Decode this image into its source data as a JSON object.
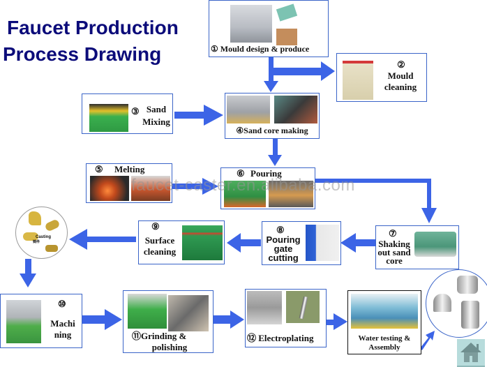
{
  "title": {
    "line1": "Faucet Production",
    "line2": "Process Drawing"
  },
  "watermark": "faucet-caster.en.alibaba.com",
  "steps": [
    {
      "num": "①",
      "label": "Mould design & produce",
      "icons": [
        "cnc-machine-image",
        "mould-plate-image",
        "mould-block-image"
      ]
    },
    {
      "num": "②",
      "label_line1": "Mould",
      "label_line2": "cleaning",
      "icons": [
        "sandblasting-cabinet-image"
      ]
    },
    {
      "num": "③",
      "label_line1": "Sand",
      "label_line2": "Mixing",
      "icons": [
        "sand-mixer-image"
      ]
    },
    {
      "num": "④",
      "label": "Sand core making",
      "icons": [
        "core-machine-image",
        "core-workshop-image"
      ]
    },
    {
      "num": "⑤",
      "label": "Melting",
      "icons": [
        "furnace-image",
        "molten-metal-image"
      ]
    },
    {
      "num": "⑥",
      "label": "Pouring",
      "icons": [
        "pouring-machine-image",
        "pouring-furnace-image"
      ]
    },
    {
      "num": "⑦",
      "label_line1": "Shaking",
      "label_line2": "out sand",
      "label_line3": "core",
      "icons": [
        "drum-shaker-image"
      ]
    },
    {
      "num": "⑧",
      "label_line1": "Pouring",
      "label_line2": "gate",
      "label_line3": "cutting",
      "icons": [
        "band-saw-image"
      ]
    },
    {
      "num": "⑨",
      "label_line1": "Surface",
      "label_line2": "cleaning",
      "icons": [
        "shot-blast-machine-image"
      ]
    },
    {
      "num": "⑩",
      "label_line1": "Machi",
      "label_line2": "ning",
      "icons": [
        "milling-machine-image"
      ]
    },
    {
      "num": "⑪",
      "label_line1": "Grinding &",
      "label_line2": "polishing",
      "icons": [
        "grinding-machine-image",
        "polishing-worker-image"
      ]
    },
    {
      "num": "⑫",
      "label": "Electroplating",
      "icons": [
        "plating-tanks-image",
        "plated-faucet-image"
      ]
    },
    {
      "num": "",
      "label_line1": "Water testing &",
      "label_line2": "Assembly",
      "icons": [
        "assembly-line-image"
      ]
    }
  ],
  "casting_circle": {
    "label_en": "Casting",
    "label_cn": "铸件"
  },
  "products_circle": {
    "icons": [
      "sensor-faucet-image",
      "basin-faucet-image",
      "mixer-faucet-image"
    ]
  },
  "home_button": {
    "icon": "home-icon"
  },
  "colors": {
    "title": "#0c0c7a",
    "arrow": "#3c64e6",
    "box_border": "#3a64c8"
  }
}
